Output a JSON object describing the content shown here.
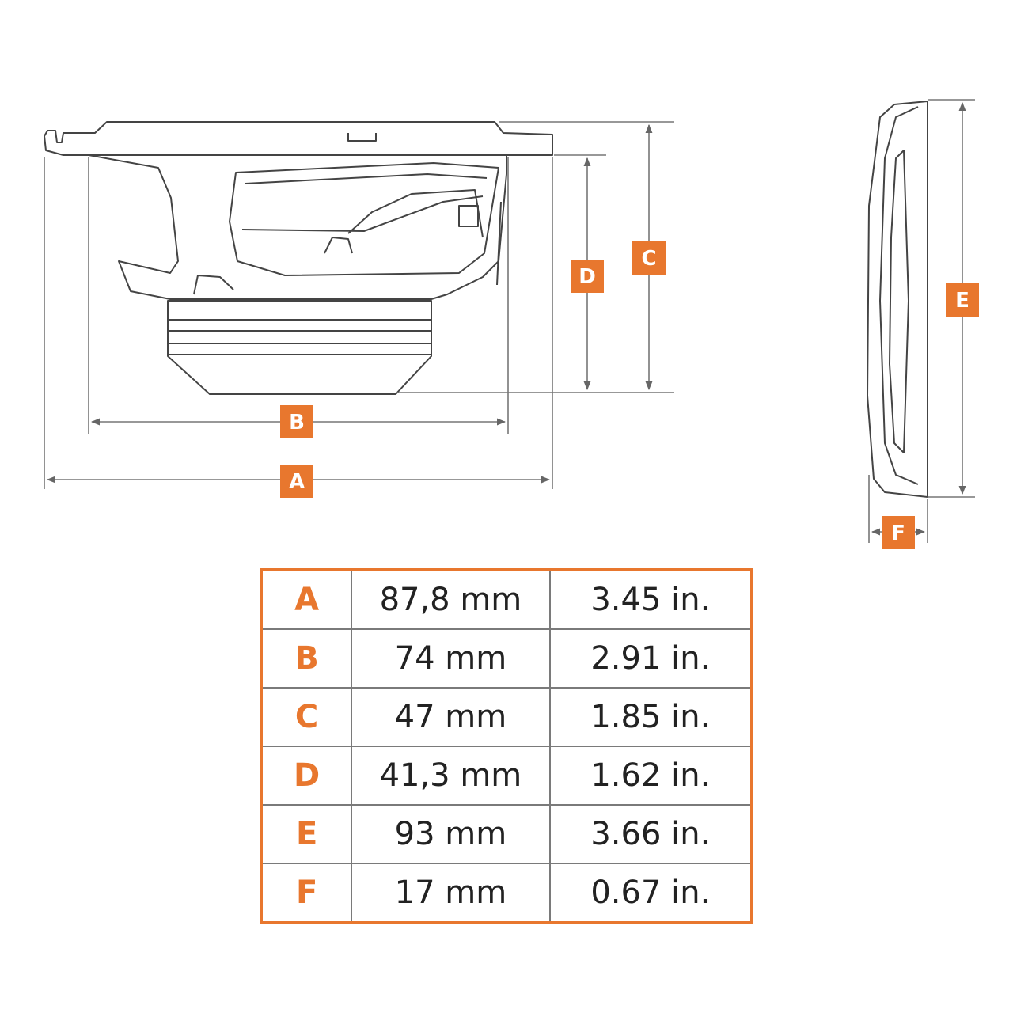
{
  "colors": {
    "accent": "#e8772e",
    "line": "#555555",
    "text": "#222222"
  },
  "labels": {
    "A": "A",
    "B": "B",
    "C": "C",
    "D": "D",
    "E": "E",
    "F": "F"
  },
  "table": {
    "rows": [
      {
        "letter": "A",
        "mm": "87,8 mm",
        "inch": "3.45 in."
      },
      {
        "letter": "B",
        "mm": "74 mm",
        "inch": "2.91 in."
      },
      {
        "letter": "C",
        "mm": "47 mm",
        "inch": "1.85 in."
      },
      {
        "letter": "D",
        "mm": "41,3 mm",
        "inch": "1.62 in."
      },
      {
        "letter": "E",
        "mm": "93 mm",
        "inch": "3.66 in."
      },
      {
        "letter": "F",
        "mm": "17 mm",
        "inch": "0.67 in."
      }
    ]
  }
}
